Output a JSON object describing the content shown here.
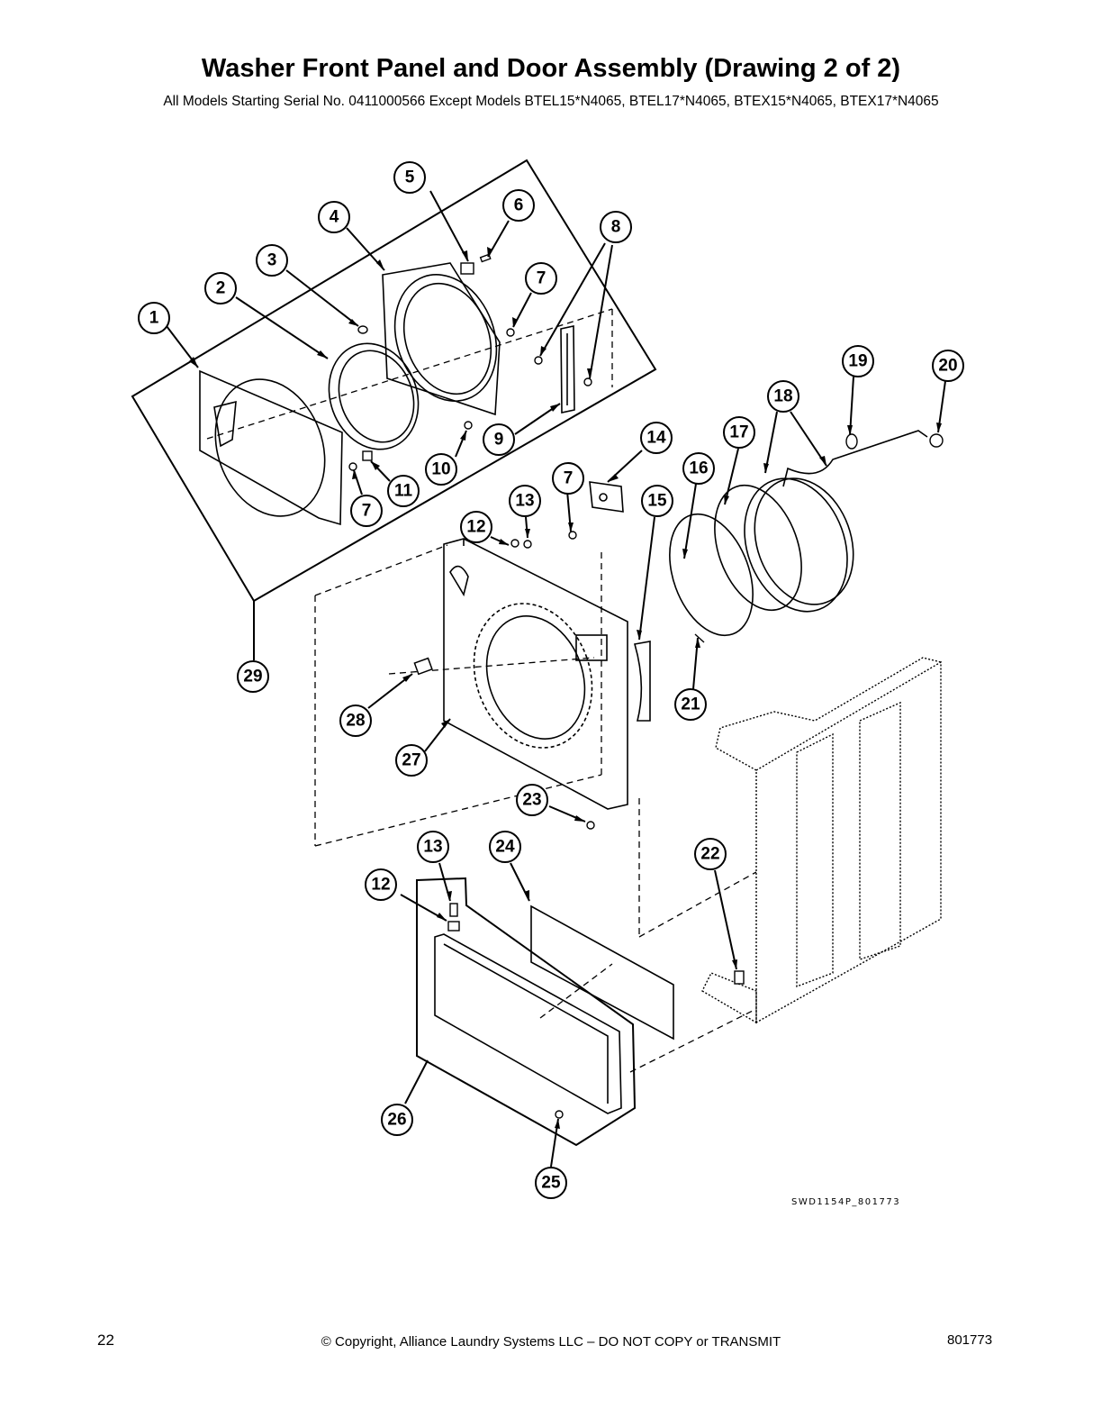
{
  "title": "Washer Front Panel and Door Assembly (Drawing 2 of 2)",
  "subtitle": "All Models Starting Serial No. 0411000566 Except Models BTEL15*N4065, BTEL17*N4065, BTEX15*N4065, BTEX17*N4065",
  "drawing_id": "SWD1154P_801773",
  "footer": {
    "page_number": "22",
    "copyright": "© Copyright, Alliance Laundry Systems LLC – DO NOT COPY or TRANSMIT",
    "document_number": "801773"
  },
  "callouts": [
    "1",
    "2",
    "3",
    "4",
    "5",
    "6",
    "7",
    "8",
    "9",
    "10",
    "11",
    "7",
    "12",
    "13",
    "7",
    "14",
    "15",
    "16",
    "17",
    "18",
    "19",
    "20",
    "21",
    "22",
    "23",
    "24",
    "25",
    "26",
    "27",
    "28",
    "29",
    "12",
    "13"
  ]
}
